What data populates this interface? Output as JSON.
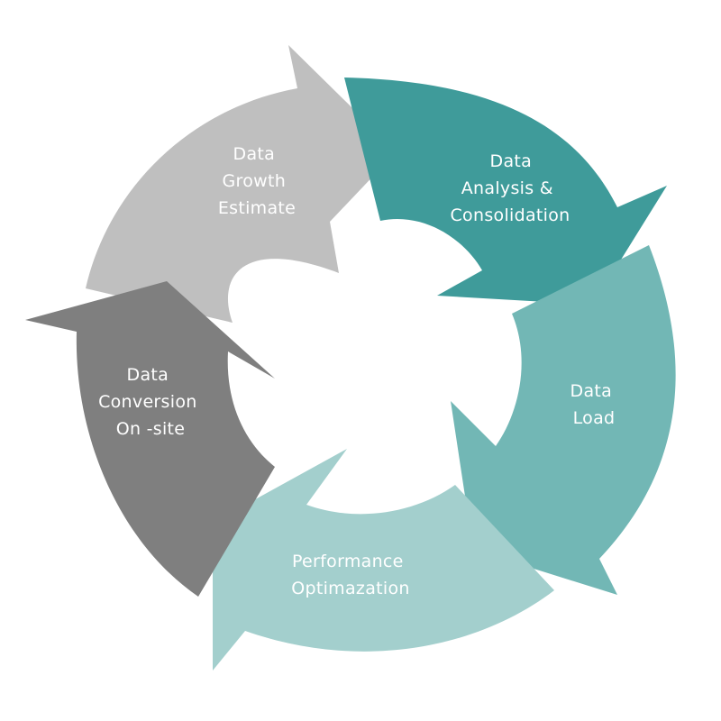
{
  "diagram": {
    "segments": [
      {
        "lines": [
          "Data",
          "Growth",
          "Estimate"
        ],
        "color": "#bfbfbf"
      },
      {
        "lines": [
          "Data",
          "Analysis &",
          "Consolidation"
        ],
        "color": "#3f9b9a"
      },
      {
        "lines": [
          "Data",
          "Load"
        ],
        "color": "#72b7b5"
      },
      {
        "lines": [
          "Performance",
          "Optimazation"
        ],
        "color": "#a3cfcd"
      },
      {
        "lines": [
          "Data",
          "Conversion",
          "On -site"
        ],
        "color": "#7f7f7f"
      }
    ]
  }
}
